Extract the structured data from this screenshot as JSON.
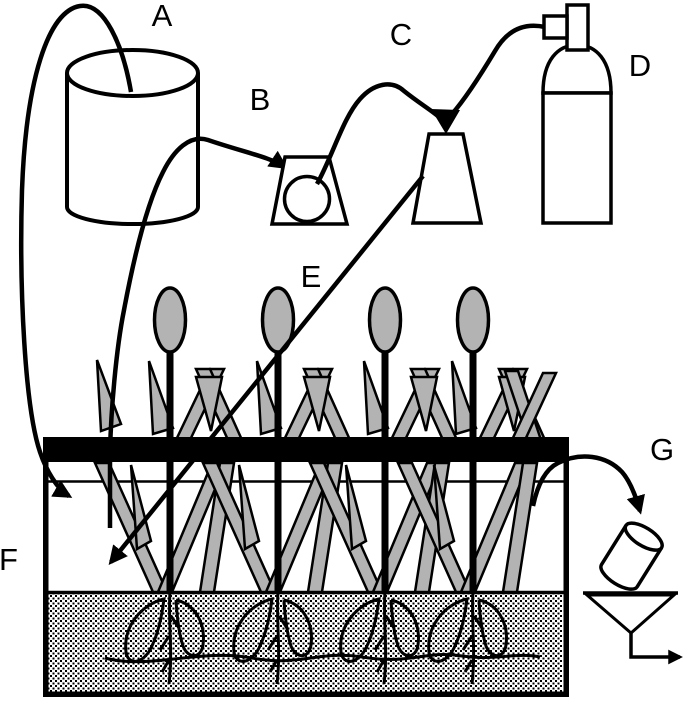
{
  "diagram": {
    "labels": {
      "A": "A",
      "B": "B",
      "C": "C",
      "D": "D",
      "E": "E",
      "F": "F",
      "G": "G"
    },
    "colors": {
      "line": "#000000",
      "plant_gray": "#b3b3b3",
      "background": "#ffffff",
      "lid_black": "#000000",
      "substrate_dot": "#000000"
    },
    "components": [
      {
        "label": "A",
        "name": "cylinder-tank"
      },
      {
        "label": "B",
        "name": "pump-circle-in-stand"
      },
      {
        "label": "C",
        "name": "tapered-vessel"
      },
      {
        "label": "D",
        "name": "gas-cylinder-with-valve"
      },
      {
        "label": "E",
        "name": "diagonal-line-to-bed"
      },
      {
        "label": "F",
        "name": "planted-bed-tank"
      },
      {
        "label": "G",
        "name": "tilted-vial-funnel-outlet"
      }
    ]
  }
}
